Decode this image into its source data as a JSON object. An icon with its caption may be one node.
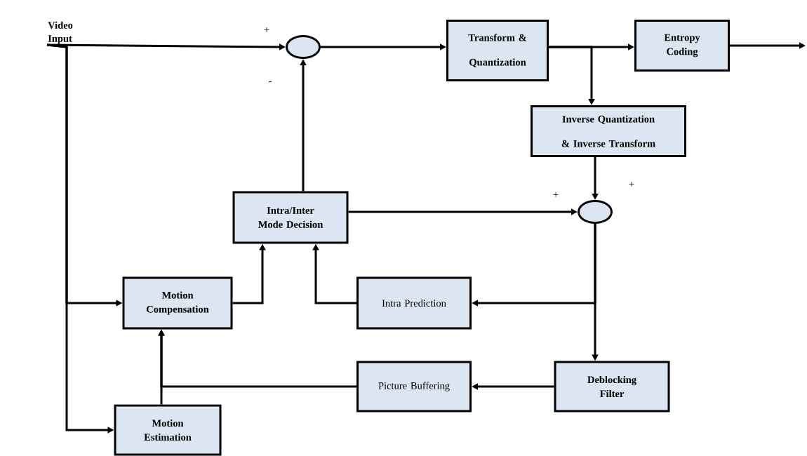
{
  "diagram": {
    "nodes": [
      {
        "text": [
          "Video Input"
        ]
      },
      {
        "text": [],
        "shape": "circle"
      },
      {
        "text": [
          "Transform & Quantization"
        ]
      },
      {
        "text": [
          "Entropy Coding"
        ]
      },
      {
        "text": [
          "Inverse Quantization & Inverse Transform"
        ]
      },
      {
        "text": [
          "Intra/Inter Mode Decision"
        ]
      },
      {
        "text": [],
        "shape": "circle"
      },
      {
        "text": [
          "Motion Compensation"
        ]
      },
      {
        "text": [
          "Intra Prediction"
        ]
      },
      {
        "text": [
          "Deblocking Filter"
        ]
      },
      {
        "text": [
          "Picture Buffering"
        ]
      },
      {
        "text": [
          "Motion Estimation"
        ]
      }
    ],
    "edges": [
      {
        "from": 0,
        "to": 1,
        "arrow": "to"
      },
      {
        "from": 1,
        "to": 2,
        "arrow": "to"
      },
      {
        "from": 2,
        "to": 3,
        "arrow": "to"
      },
      {
        "from": 2,
        "to": 4,
        "arrow": "to"
      },
      {
        "from": 3,
        "to": null,
        "arrow": "to"
      },
      {
        "from": 4,
        "to": 6,
        "arrow": "to"
      },
      {
        "from": 5,
        "to": 1,
        "arrow": "to"
      },
      {
        "from": 5,
        "to": 6,
        "arrow": "to"
      },
      {
        "from": 6,
        "to": 8,
        "arrow": "to"
      },
      {
        "from": 6,
        "to": 9,
        "arrow": "to"
      },
      {
        "from": 7,
        "to": 5,
        "arrow": "to"
      },
      {
        "from": 8,
        "to": 5,
        "arrow": "to"
      },
      {
        "from": 9,
        "to": 10,
        "arrow": "to"
      },
      {
        "from": 10,
        "to": 7,
        "arrow": "to"
      },
      {
        "from": 11,
        "to": 7,
        "arrow": "to"
      },
      {
        "from": 0,
        "to": 7,
        "arrow": "to"
      },
      {
        "from": 0,
        "to": 11,
        "arrow": "to"
      }
    ],
    "labels": [
      "+",
      "-",
      "+",
      "+"
    ]
  }
}
